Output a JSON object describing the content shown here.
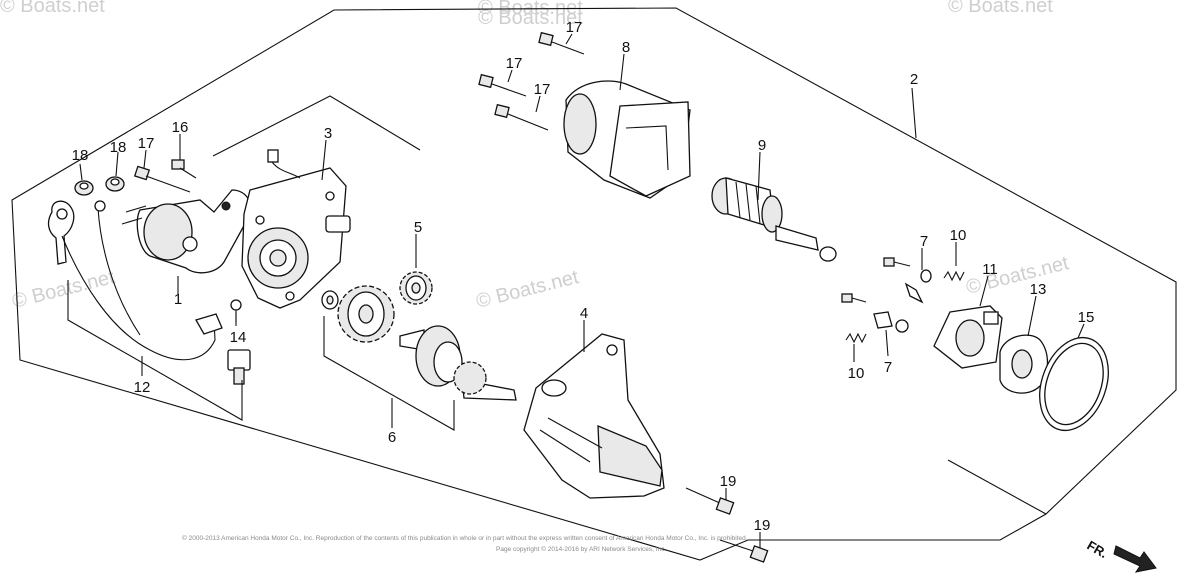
{
  "diagram": {
    "part_labels": [
      "1",
      "2",
      "3",
      "4",
      "5",
      "6",
      "7",
      "7",
      "8",
      "9",
      "10",
      "10",
      "11",
      "12",
      "13",
      "14",
      "15",
      "16",
      "17",
      "17",
      "17",
      "17",
      "18",
      "18",
      "19",
      "19"
    ],
    "watermark_texts": [
      "© Boats.net",
      "© Boats.net",
      "© Boats.net",
      "© Boats.net",
      "© Boats.net",
      "© Boats.net",
      "© Boats.net"
    ],
    "copyright_line1": "© 2000-2013 American Honda Motor Co., Inc. Reproduction of the contents of this publication in whole or in part without the express written consent of American Honda Motor Co., Inc. is prohibited.",
    "copyright_line2": "Page copyright © 2014-2016 by ARI Network Services, Inc.",
    "direction_label": "FR."
  }
}
